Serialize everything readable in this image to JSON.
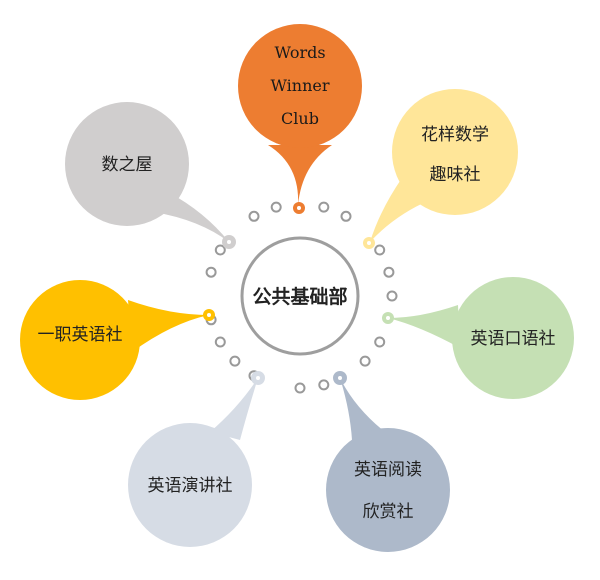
{
  "center": {
    "label": "公共基础部",
    "ring_color": "#9e9e9e"
  },
  "clubs": [
    {
      "id": "words-winner",
      "lines": [
        "Words",
        "Winner",
        "Club"
      ],
      "color": "#ed7d31"
    },
    {
      "id": "math",
      "lines": [
        "花样数学",
        "趣味社"
      ],
      "color": "#ffe699"
    },
    {
      "id": "oral-english",
      "lines": [
        "英语口语社"
      ],
      "color": "#c5e0b4"
    },
    {
      "id": "reading",
      "lines": [
        "英语阅读",
        "欣赏社"
      ],
      "color": "#adb9ca"
    },
    {
      "id": "speech",
      "lines": [
        "英语演讲社"
      ],
      "color": "#d6dce5"
    },
    {
      "id": "vocational-english",
      "lines": [
        "一职英语社"
      ],
      "color": "#ffc000"
    },
    {
      "id": "math-house",
      "lines": [
        "数之屋"
      ],
      "color": "#d0cece"
    }
  ],
  "ring_dot_color": "#999999"
}
